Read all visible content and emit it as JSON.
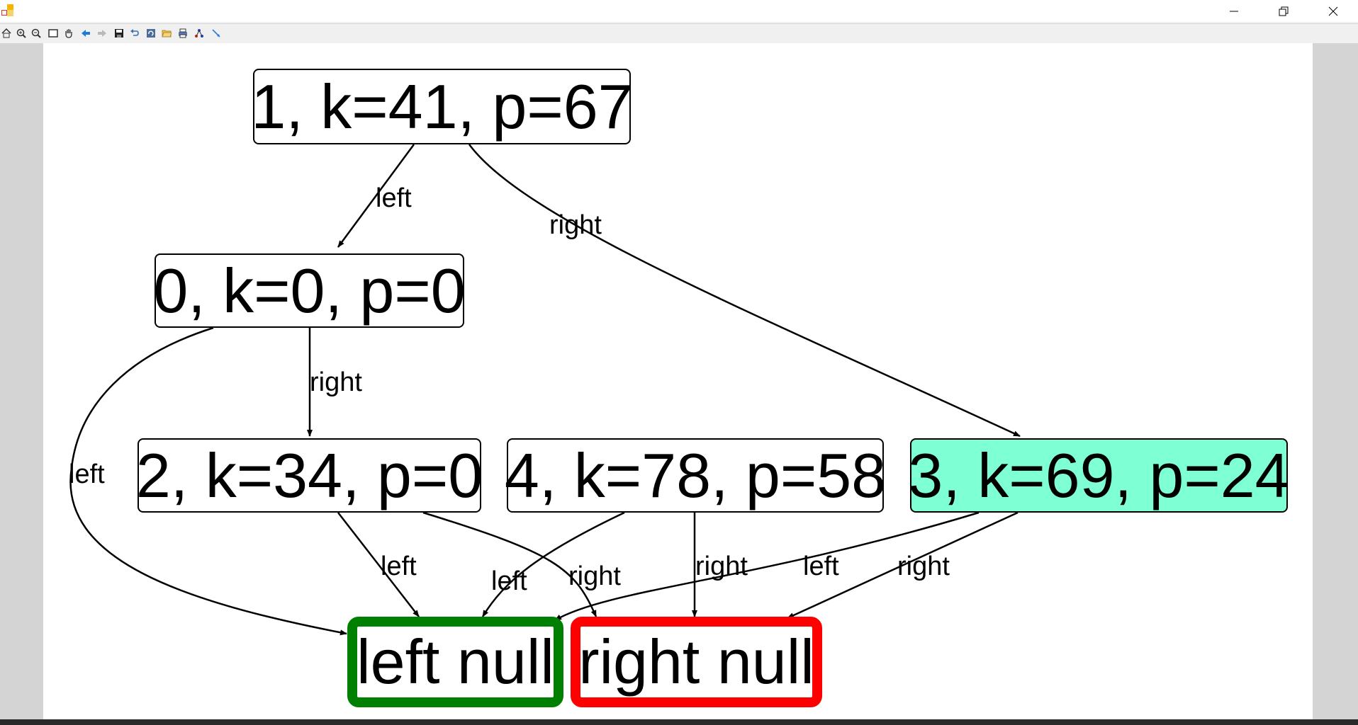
{
  "window": {
    "minimize_glyph": "—",
    "restore_glyph": "❐",
    "close_glyph": "✕"
  },
  "toolbar": {
    "icons": [
      "home-icon",
      "zoom-in-icon",
      "zoom-out-icon",
      "window-zoom-icon",
      "pan-hand-icon",
      "back-arrow-icon",
      "forward-arrow-icon",
      "save-icon",
      "undo-icon",
      "redo-icon",
      "open-folder-icon",
      "print-icon",
      "layout-icon",
      "edge-tool-icon"
    ]
  },
  "graph": {
    "nodes": {
      "n1": "1, k=41, p=67",
      "n0": "0, k=0, p=0",
      "n2": "2, k=34, p=0",
      "n4": "4, k=78, p=58",
      "n3": "3, k=69, p=24",
      "left_null": "left null",
      "right_null": "right null"
    },
    "edge_labels": {
      "n1_left": "left",
      "n1_right": "right",
      "n0_right": "right",
      "n0_left": "left",
      "n2_left": "left",
      "n2_right": "right",
      "n4_left": "left",
      "n4_right": "right",
      "n3_left": "left",
      "n3_right": "right"
    },
    "colors": {
      "highlight_fill": "#7fffd4",
      "left_null_border": "#008000",
      "right_null_border": "#ff0000",
      "edge": "#000000"
    }
  }
}
